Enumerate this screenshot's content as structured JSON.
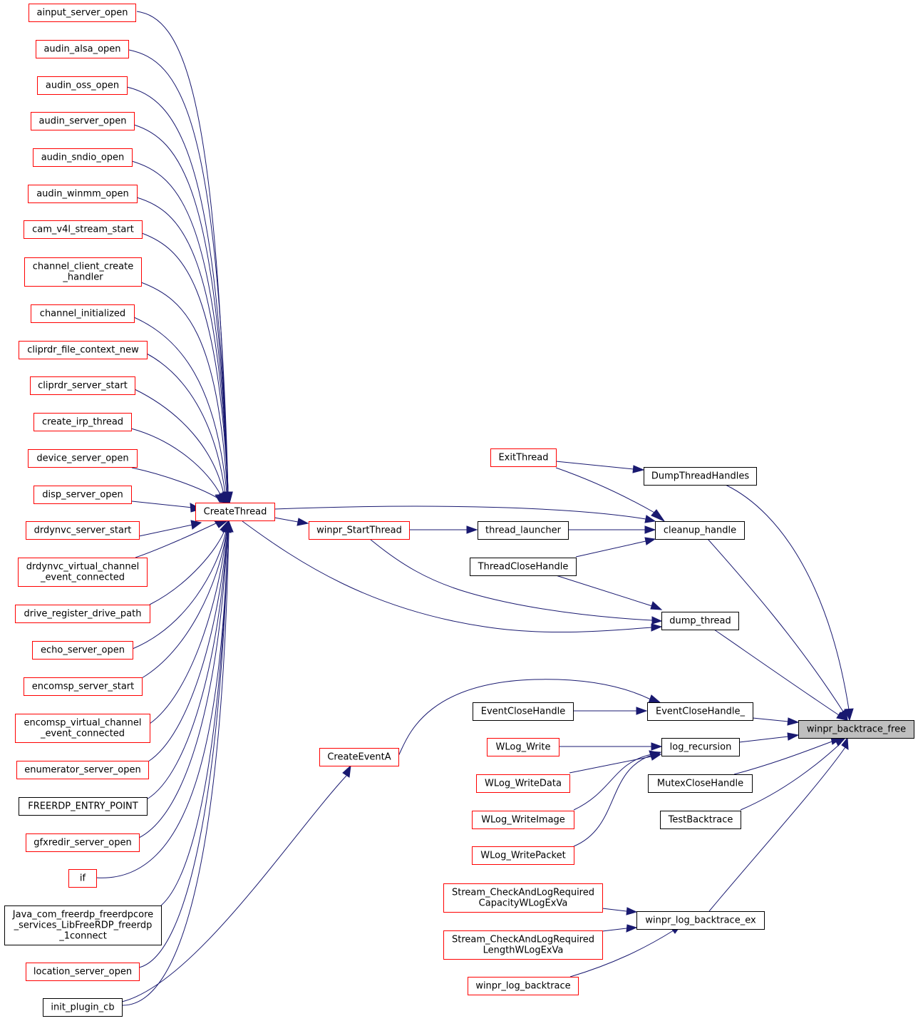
{
  "graph": {
    "nodes": [
      {
        "id": "ainput_server_open",
        "lines": [
          "ainput_server_open"
        ],
        "border": "red"
      },
      {
        "id": "audin_alsa_open",
        "lines": [
          "audin_alsa_open"
        ],
        "border": "red"
      },
      {
        "id": "audin_oss_open",
        "lines": [
          "audin_oss_open"
        ],
        "border": "red"
      },
      {
        "id": "audin_server_open",
        "lines": [
          "audin_server_open"
        ],
        "border": "red"
      },
      {
        "id": "audin_sndio_open",
        "lines": [
          "audin_sndio_open"
        ],
        "border": "red"
      },
      {
        "id": "audin_winmm_open",
        "lines": [
          "audin_winmm_open"
        ],
        "border": "red"
      },
      {
        "id": "cam_v4l_stream_start",
        "lines": [
          "cam_v4l_stream_start"
        ],
        "border": "red"
      },
      {
        "id": "channel_client_create_handler",
        "lines": [
          "channel_client_create",
          "_handler"
        ],
        "border": "red"
      },
      {
        "id": "channel_initialized",
        "lines": [
          "channel_initialized"
        ],
        "border": "red"
      },
      {
        "id": "cliprdr_file_context_new",
        "lines": [
          "cliprdr_file_context_new"
        ],
        "border": "red"
      },
      {
        "id": "cliprdr_server_start",
        "lines": [
          "cliprdr_server_start"
        ],
        "border": "red"
      },
      {
        "id": "create_irp_thread",
        "lines": [
          "create_irp_thread"
        ],
        "border": "red"
      },
      {
        "id": "device_server_open",
        "lines": [
          "device_server_open"
        ],
        "border": "red"
      },
      {
        "id": "disp_server_open",
        "lines": [
          "disp_server_open"
        ],
        "border": "red"
      },
      {
        "id": "drdynvc_server_start",
        "lines": [
          "drdynvc_server_start"
        ],
        "border": "red"
      },
      {
        "id": "drdynvc_virtual_channel_event_connected",
        "lines": [
          "drdynvc_virtual_channel",
          "_event_connected"
        ],
        "border": "red"
      },
      {
        "id": "drive_register_drive_path",
        "lines": [
          "drive_register_drive_path"
        ],
        "border": "red"
      },
      {
        "id": "echo_server_open",
        "lines": [
          "echo_server_open"
        ],
        "border": "red"
      },
      {
        "id": "encomsp_server_start",
        "lines": [
          "encomsp_server_start"
        ],
        "border": "red"
      },
      {
        "id": "encomsp_virtual_channel_event_connected",
        "lines": [
          "encomsp_virtual_channel",
          "_event_connected"
        ],
        "border": "red"
      },
      {
        "id": "enumerator_server_open",
        "lines": [
          "enumerator_server_open"
        ],
        "border": "red"
      },
      {
        "id": "FREERDP_ENTRY_POINT",
        "lines": [
          "FREERDP_ENTRY_POINT"
        ],
        "border": "black"
      },
      {
        "id": "gfxredir_server_open",
        "lines": [
          "gfxredir_server_open"
        ],
        "border": "red"
      },
      {
        "id": "if",
        "lines": [
          "if"
        ],
        "border": "red"
      },
      {
        "id": "Java_connect",
        "lines": [
          "Java_com_freerdp_freerdpcore",
          "_services_LibFreeRDP_freerdp",
          "_1connect"
        ],
        "border": "black"
      },
      {
        "id": "location_server_open",
        "lines": [
          "location_server_open"
        ],
        "border": "red"
      },
      {
        "id": "init_plugin_cb",
        "lines": [
          "init_plugin_cb"
        ],
        "border": "black"
      },
      {
        "id": "CreateThread",
        "lines": [
          "CreateThread"
        ],
        "border": "red"
      },
      {
        "id": "winpr_StartThread",
        "lines": [
          "winpr_StartThread"
        ],
        "border": "red"
      },
      {
        "id": "CreateEventA",
        "lines": [
          "CreateEventA"
        ],
        "border": "red"
      },
      {
        "id": "ExitThread",
        "lines": [
          "ExitThread"
        ],
        "border": "red"
      },
      {
        "id": "thread_launcher",
        "lines": [
          "thread_launcher"
        ],
        "border": "black"
      },
      {
        "id": "ThreadCloseHandle",
        "lines": [
          "ThreadCloseHandle"
        ],
        "border": "black"
      },
      {
        "id": "EventCloseHandle",
        "lines": [
          "EventCloseHandle"
        ],
        "border": "black"
      },
      {
        "id": "WLog_Write",
        "lines": [
          "WLog_Write"
        ],
        "border": "red"
      },
      {
        "id": "WLog_WriteData",
        "lines": [
          "WLog_WriteData"
        ],
        "border": "red"
      },
      {
        "id": "WLog_WriteImage",
        "lines": [
          "WLog_WriteImage"
        ],
        "border": "red"
      },
      {
        "id": "WLog_WritePacket",
        "lines": [
          "WLog_WritePacket"
        ],
        "border": "red"
      },
      {
        "id": "Stream_Capacity",
        "lines": [
          "Stream_CheckAndLogRequired",
          "CapacityWLogExVa"
        ],
        "border": "red"
      },
      {
        "id": "Stream_Length",
        "lines": [
          "Stream_CheckAndLogRequired",
          "LengthWLogExVa"
        ],
        "border": "red"
      },
      {
        "id": "winpr_log_backtrace",
        "lines": [
          "winpr_log_backtrace"
        ],
        "border": "red"
      },
      {
        "id": "DumpThreadHandles",
        "lines": [
          "DumpThreadHandles"
        ],
        "border": "black"
      },
      {
        "id": "cleanup_handle",
        "lines": [
          "cleanup_handle"
        ],
        "border": "black"
      },
      {
        "id": "dump_thread",
        "lines": [
          "dump_thread"
        ],
        "border": "black"
      },
      {
        "id": "EventCloseHandle_",
        "lines": [
          "EventCloseHandle_"
        ],
        "border": "black"
      },
      {
        "id": "log_recursion",
        "lines": [
          "log_recursion"
        ],
        "border": "black"
      },
      {
        "id": "MutexCloseHandle",
        "lines": [
          "MutexCloseHandle"
        ],
        "border": "black"
      },
      {
        "id": "TestBacktrace",
        "lines": [
          "TestBacktrace"
        ],
        "border": "black"
      },
      {
        "id": "winpr_log_backtrace_ex",
        "lines": [
          "winpr_log_backtrace_ex"
        ],
        "border": "black"
      },
      {
        "id": "winpr_backtrace_free",
        "lines": [
          "winpr_backtrace_free"
        ],
        "border": "highlight"
      }
    ]
  }
}
